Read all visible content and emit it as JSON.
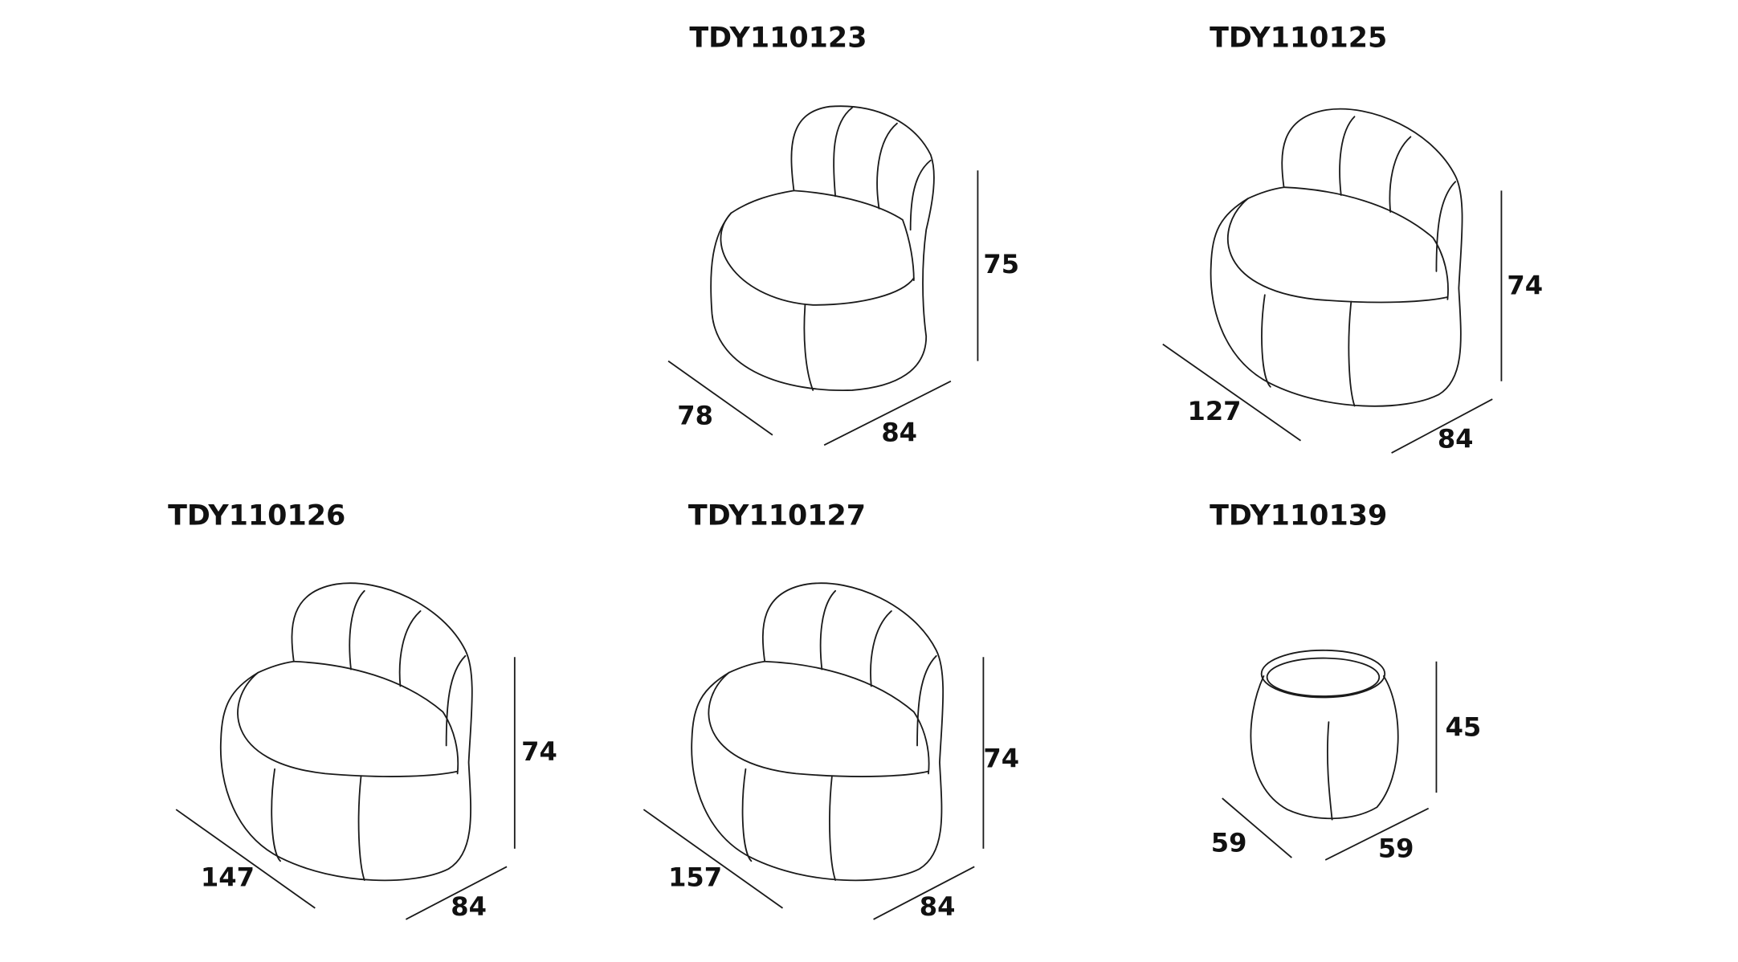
{
  "products": [
    {
      "code": "TDY110123",
      "height": "75",
      "depth": "78",
      "width": "84"
    },
    {
      "code": "TDY110125",
      "height": "74",
      "depth": "127",
      "width": "84"
    },
    {
      "code": "TDY110126",
      "height": "74",
      "depth": "147",
      "width": "84"
    },
    {
      "code": "TDY110127",
      "height": "74",
      "depth": "157",
      "width": "84"
    },
    {
      "code": "TDY110139",
      "height": "45",
      "depth": "59",
      "width": "59"
    }
  ]
}
